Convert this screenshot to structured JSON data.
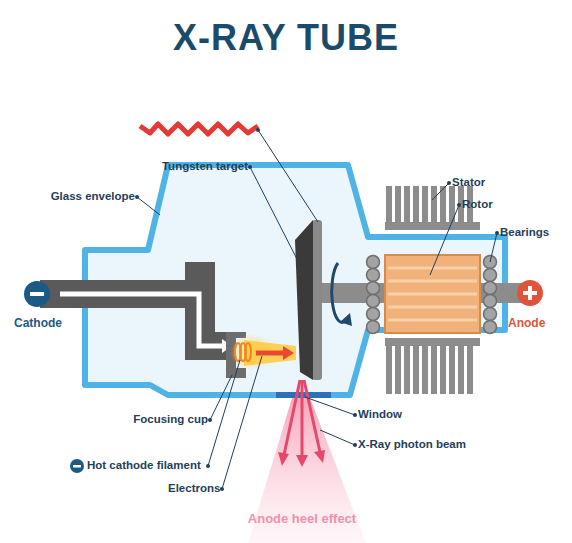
{
  "diagram": {
    "title": "X-RAY TUBE",
    "labels": [
      "Tungsten target",
      "Glass envelope",
      "Stator",
      "Rotor",
      "Bearings",
      "Cathode",
      "Anode",
      "Focusing cup",
      "Hot cathode filament",
      "Electrons",
      "Window",
      "X-Ray photon beam",
      "Anode heel effect"
    ]
  }
}
